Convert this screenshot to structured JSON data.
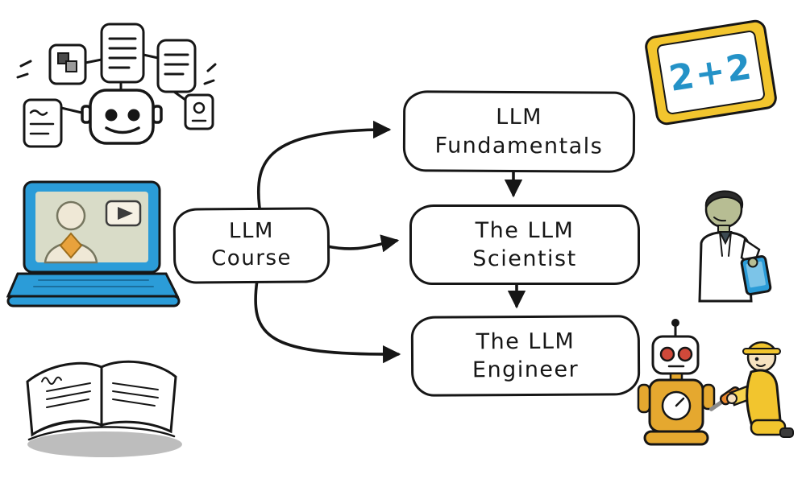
{
  "diagram": {
    "course": {
      "line1": "LLM",
      "line2": "Course"
    },
    "fundamentals": {
      "line1": "LLM",
      "line2": "Fundamentals"
    },
    "scientist": {
      "line1": "The LLM",
      "line2": "Scientist"
    },
    "engineer": {
      "line1": "The LLM",
      "line2": "Engineer"
    }
  },
  "illustrations": {
    "board": {
      "text": "2+2"
    },
    "names": [
      "robot-mindmap-doodle",
      "video-laptop-doodle",
      "open-book-doodle",
      "math-board-doodle",
      "scientist-with-tablet-doodle",
      "engineer-building-robot-doodle"
    ]
  },
  "colors": {
    "ink": "#161616",
    "blue": "#2b9cd8",
    "yellow": "#f2c52e",
    "mustard": "#e5a82f",
    "orange": "#e8a23c",
    "red": "#d0493a",
    "screen_beige": "#d9dcc8"
  }
}
